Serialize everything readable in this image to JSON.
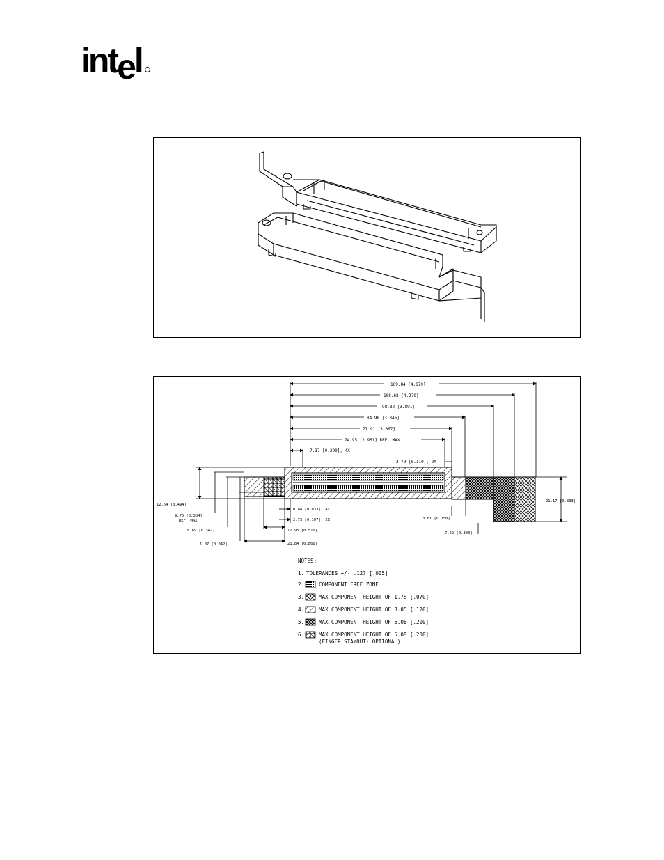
{
  "header": {
    "logo_text": "intel",
    "logo_mark": "®"
  },
  "figure2": {
    "top_dims": [
      "169.84 [4.679]",
      "108.68 [4.279]",
      "98.82 [3.891]",
      "84.98 [3.346]",
      "77.91 [3.067]",
      "74.95 [2.951] REF. MAX",
      "7.37 [0.290], 4X",
      "2.79 [0.110], 2X"
    ],
    "left_dims": [
      "12.54 [0.494]",
      "9.75 [0.384]",
      "REF. MAX",
      "8.69 [0.342]",
      "1.07 [0.042]"
    ],
    "bottom_dims": [
      "0.84 [0.033], 4X",
      "2.73 [0.107], 2X",
      "12.95 [0.510]",
      "21.84 [0.860]"
    ],
    "right_dims": [
      "21.17 [0.833]",
      "3.81 [0.150]",
      "7.62 [0.300]"
    ],
    "notes_title": "NOTES:",
    "notes": [
      {
        "num": "1.",
        "text": "TOLERANCES +/- .127 [.005]"
      },
      {
        "num": "2.",
        "text": "COMPONENT FREE ZONE"
      },
      {
        "num": "3.",
        "text": "MAX COMPONENT HEIGHT OF 1.78 [.070]"
      },
      {
        "num": "4.",
        "text": "MAX COMPONENT HEIGHT OF 3.05 [.120]"
      },
      {
        "num": "5.",
        "text": "MAX COMPONENT HEIGHT OF 5.08 [.200]"
      },
      {
        "num": "6.",
        "text": "MAX COMPONENT HEIGHT OF 5.08 [.200]",
        "text2": "(FINGER STAYOUT- OPTIONAL)"
      }
    ]
  }
}
